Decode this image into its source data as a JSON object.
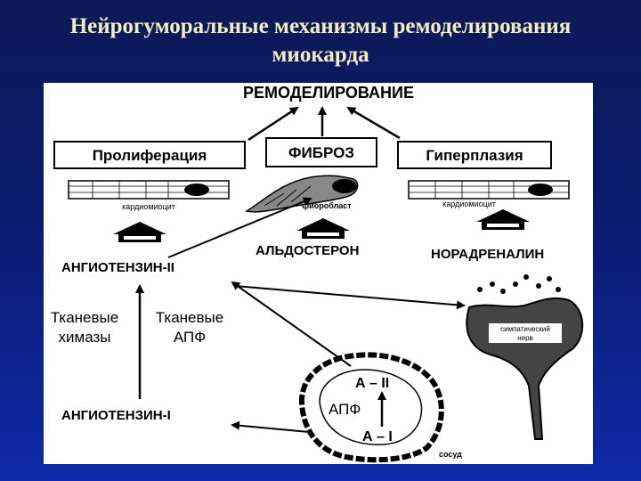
{
  "slide": {
    "title_line1": "Нейрогуморальные механизмы ремоделирования",
    "title_line2": "миокарда"
  },
  "diagram": {
    "top": "РЕМОДЕЛИРОВАНИЕ",
    "proliferation": "Пролиферация",
    "fibrosis": "ФИБРОЗ",
    "hyperplasia": "Гиперплазия",
    "cardiomyocyte_left": "кардиомиоцит",
    "fibroblast": "фибробласт",
    "cardiomyocyte_right": "кардиомиоцит",
    "aldosterone": "АЛЬДОСТЕРОН",
    "noradrenaline": "НОРАДРЕНАЛИН",
    "angiotensin2": "АНГИОТЕНЗИН-II",
    "tissue_chymases_1": "Тканевые",
    "tissue_chymases_2": "химазы",
    "tissue_ace_1": "Тканевые",
    "tissue_ace_2": "АПФ",
    "sympathetic_1": "симпатический",
    "sympathetic_2": "нерв",
    "a2": "А – II",
    "ace": "АПФ",
    "a1": "А – I",
    "angiotensin1": "АНГИОТЕНЗИН-I",
    "vessel": "сосуд"
  }
}
